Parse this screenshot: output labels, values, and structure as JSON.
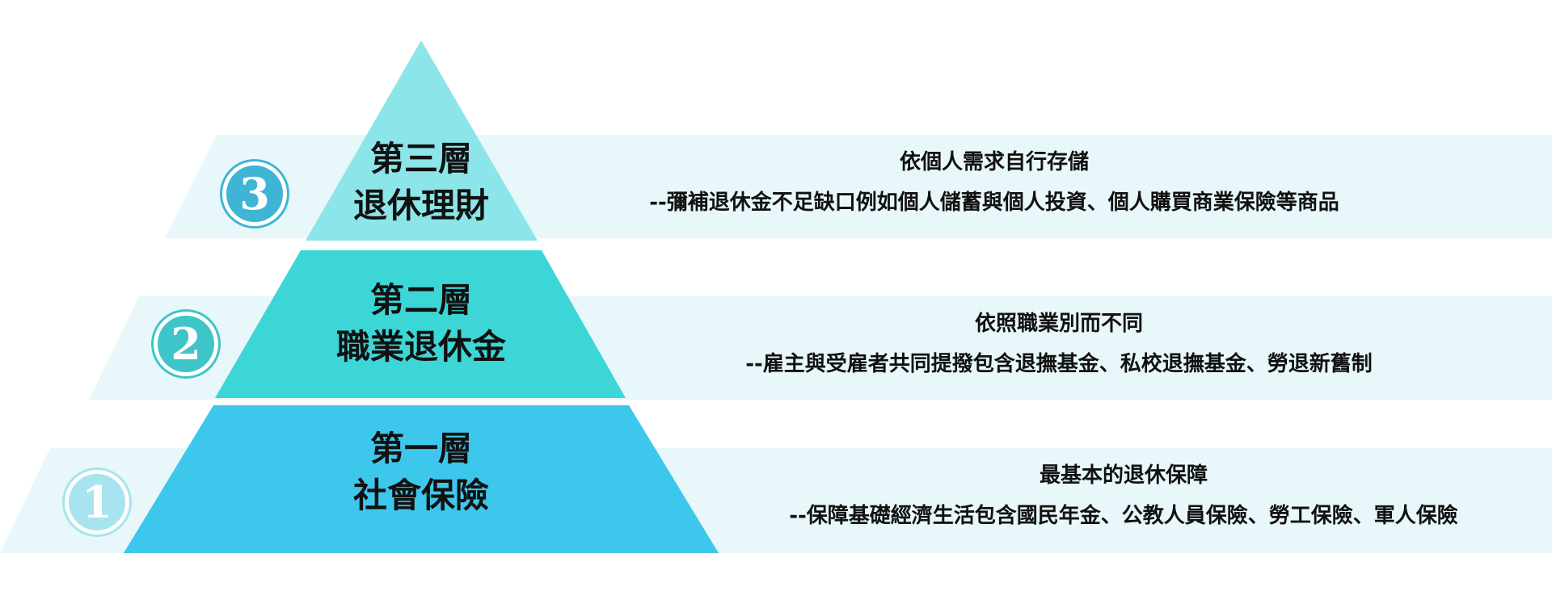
{
  "colors": {
    "band": "#e8f7f9",
    "tier3_fill": "#8ce5e8",
    "tier2_fill": "#3dd6d6",
    "tier1_fill": "#3ec7ec",
    "badge3": "#3fb5d6",
    "badge2": "#3ec5c9",
    "badge1": "#a7e4ef"
  },
  "tiers": [
    {
      "number": "3",
      "title": "第三層",
      "subtitle": "退休理財",
      "desc_title": "依個人需求自行存儲",
      "desc_detail": "--彌補退休金不足缺口例如個人儲蓄與個人投資、個人購買商業保險等商品"
    },
    {
      "number": "2",
      "title": "第二層",
      "subtitle": "職業退休金",
      "desc_title": "依照職業別而不同",
      "desc_detail": "--雇主與受雇者共同提撥包含退撫基金、私校退撫基金、勞退新舊制"
    },
    {
      "number": "1",
      "title": "第一層",
      "subtitle": "社會保險",
      "desc_title": "最基本的退休保障",
      "desc_detail": "--保障基礎經濟生活包含國民年金、公教人員保險、勞工保險、軍人保險"
    }
  ]
}
